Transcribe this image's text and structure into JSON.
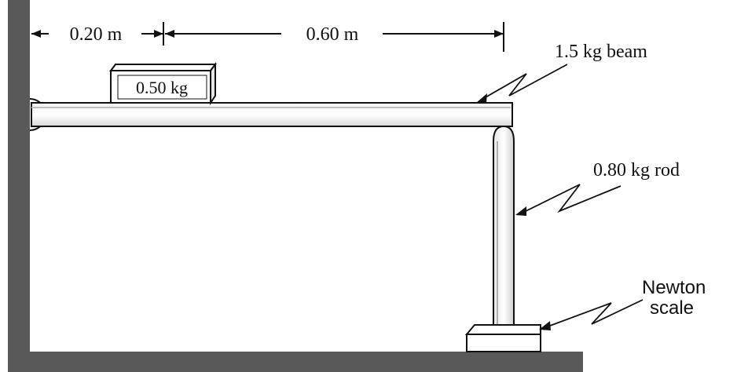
{
  "dimensions": {
    "left_distance": "0.20 m",
    "right_distance": "0.60 m"
  },
  "labels": {
    "block_mass": "0.50 kg",
    "beam": "1.5 kg beam",
    "rod": "0.80 kg rod",
    "scale_line1": "Newton",
    "scale_line2": "scale"
  }
}
